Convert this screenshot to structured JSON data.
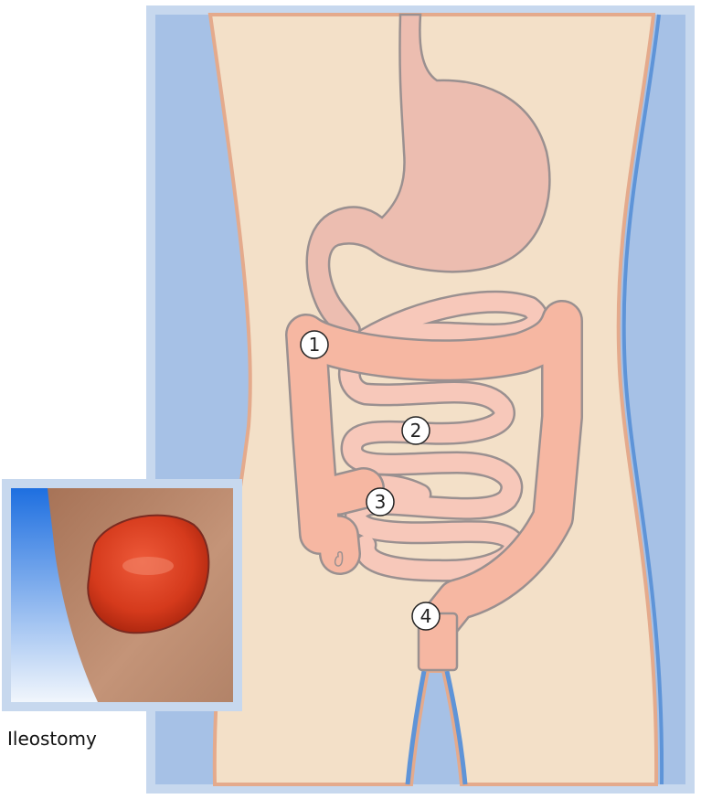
{
  "markers": [
    {
      "label": "1"
    },
    {
      "label": "2"
    },
    {
      "label": "3"
    },
    {
      "label": "4"
    }
  ],
  "photo": {
    "caption": "Ileostomy"
  },
  "colors": {
    "frame": "#c7d8ee",
    "background_blue": "#a6c1e6",
    "body_skin": "#f3e0c8",
    "body_outline": "#e4aa8c",
    "leg_stroke_blue": "#5e94d8",
    "stomach": "#ecbdb0",
    "colon": "#f6b7a2",
    "small_intestine": "#f7c8ba",
    "organ_outline": "#9a9090",
    "stoma_red": "#d53a1c",
    "photo_skin": "#b8866a"
  },
  "icons": {
    "stomach": "stomach-icon",
    "colon": "large-intestine-icon",
    "small_intestine": "small-intestine-icon",
    "stoma": "stoma-icon"
  }
}
